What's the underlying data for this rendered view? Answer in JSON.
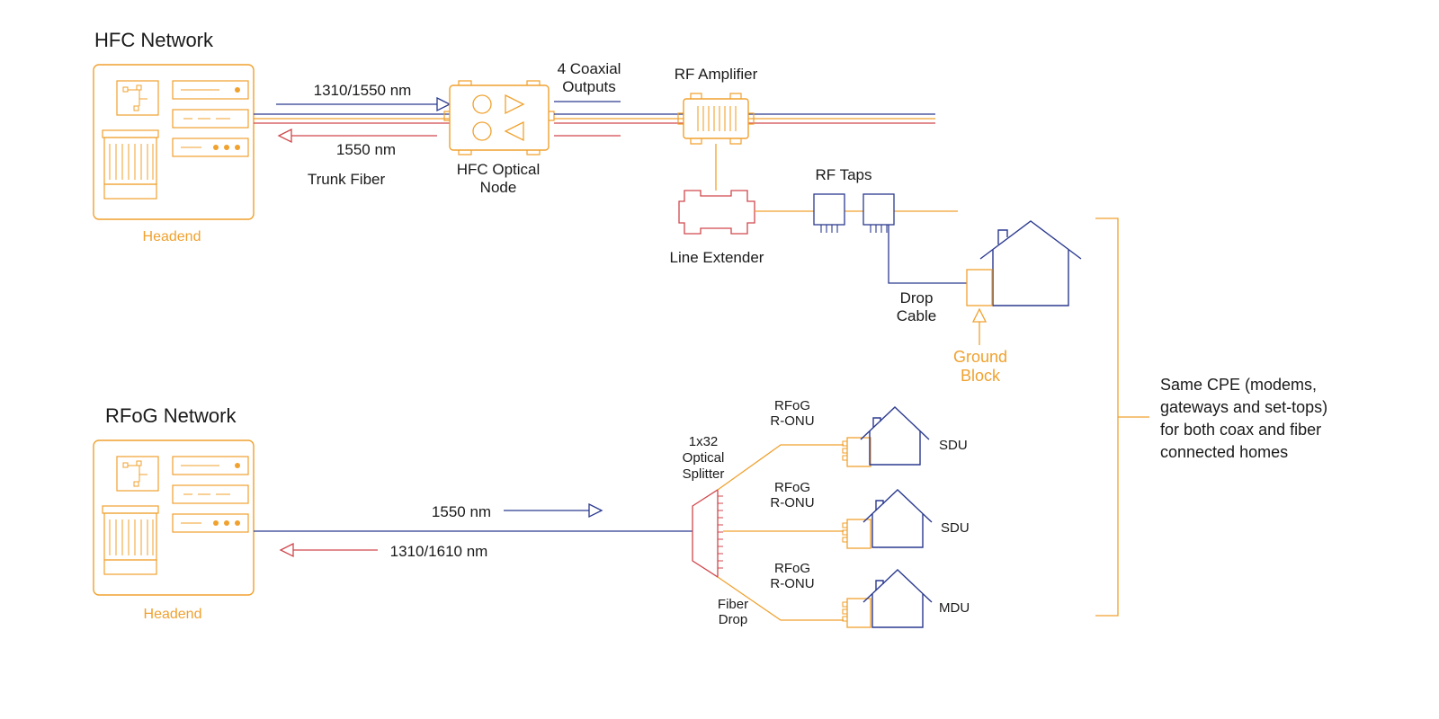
{
  "colors": {
    "orange": "#f0a12e",
    "navy": "#2b3a8f",
    "red": "#d0474c",
    "text": "#1a1a1a"
  },
  "hfc": {
    "title": "HFC Network",
    "headend_label": "Headend",
    "down_wavelength": "1310/1550 nm",
    "up_wavelength": "1550 nm",
    "trunk_label": "Trunk Fiber",
    "node_label_1": "HFC Optical",
    "node_label_2": "Node",
    "outputs_label_1": "4 Coaxial",
    "outputs_label_2": "Outputs",
    "amp_label": "RF Amplifier",
    "extender_label": "Line Extender",
    "taps_label": "RF Taps",
    "drop_label_1": "Drop",
    "drop_label_2": "Cable",
    "ground_label_1": "Ground",
    "ground_label_2": "Block"
  },
  "rfog": {
    "title": "RFoG Network",
    "headend_label": "Headend",
    "down_wavelength": "1550 nm",
    "up_wavelength": "1310/1610 nm",
    "splitter_label_1": "1x32",
    "splitter_label_2": "Optical",
    "splitter_label_3": "Splitter",
    "fiber_drop_1": "Fiber",
    "fiber_drop_2": "Drop",
    "onus": [
      {
        "label_1": "RFoG",
        "label_2": "R-ONU",
        "home": "SDU"
      },
      {
        "label_1": "RFoG",
        "label_2": "R-ONU",
        "home": "SDU"
      },
      {
        "label_1": "RFoG",
        "label_2": "R-ONU",
        "home": "MDU"
      }
    ]
  },
  "cpe_note": [
    "Same CPE (modems,",
    "gateways and set-tops)",
    "for both coax and fiber",
    "connected homes"
  ]
}
